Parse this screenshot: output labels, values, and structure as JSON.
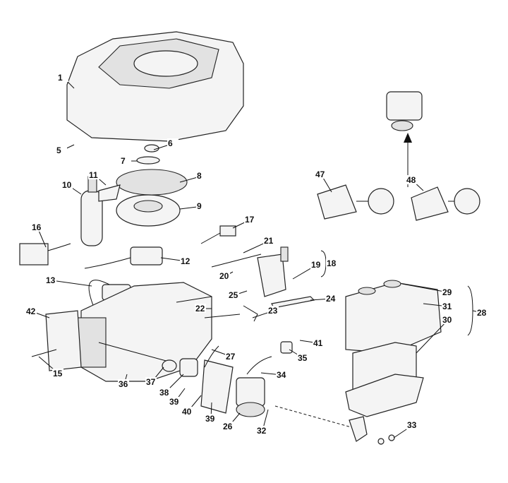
{
  "diagram": {
    "type": "exploded-parts-diagram",
    "part_labels": [
      "1",
      "5",
      "6",
      "7",
      "8",
      "9",
      "10",
      "11",
      "12",
      "13",
      "15",
      "16",
      "17",
      "18",
      "19",
      "20",
      "21",
      "22",
      "23",
      "24",
      "25",
      "26",
      "27",
      "28",
      "29",
      "30",
      "31",
      "32",
      "33",
      "34",
      "35",
      "36",
      "37",
      "38",
      "39",
      "39",
      "40",
      "41",
      "42",
      "47",
      "48"
    ],
    "colors": {
      "line": "#222222",
      "fill": "#f4f4f4"
    }
  }
}
